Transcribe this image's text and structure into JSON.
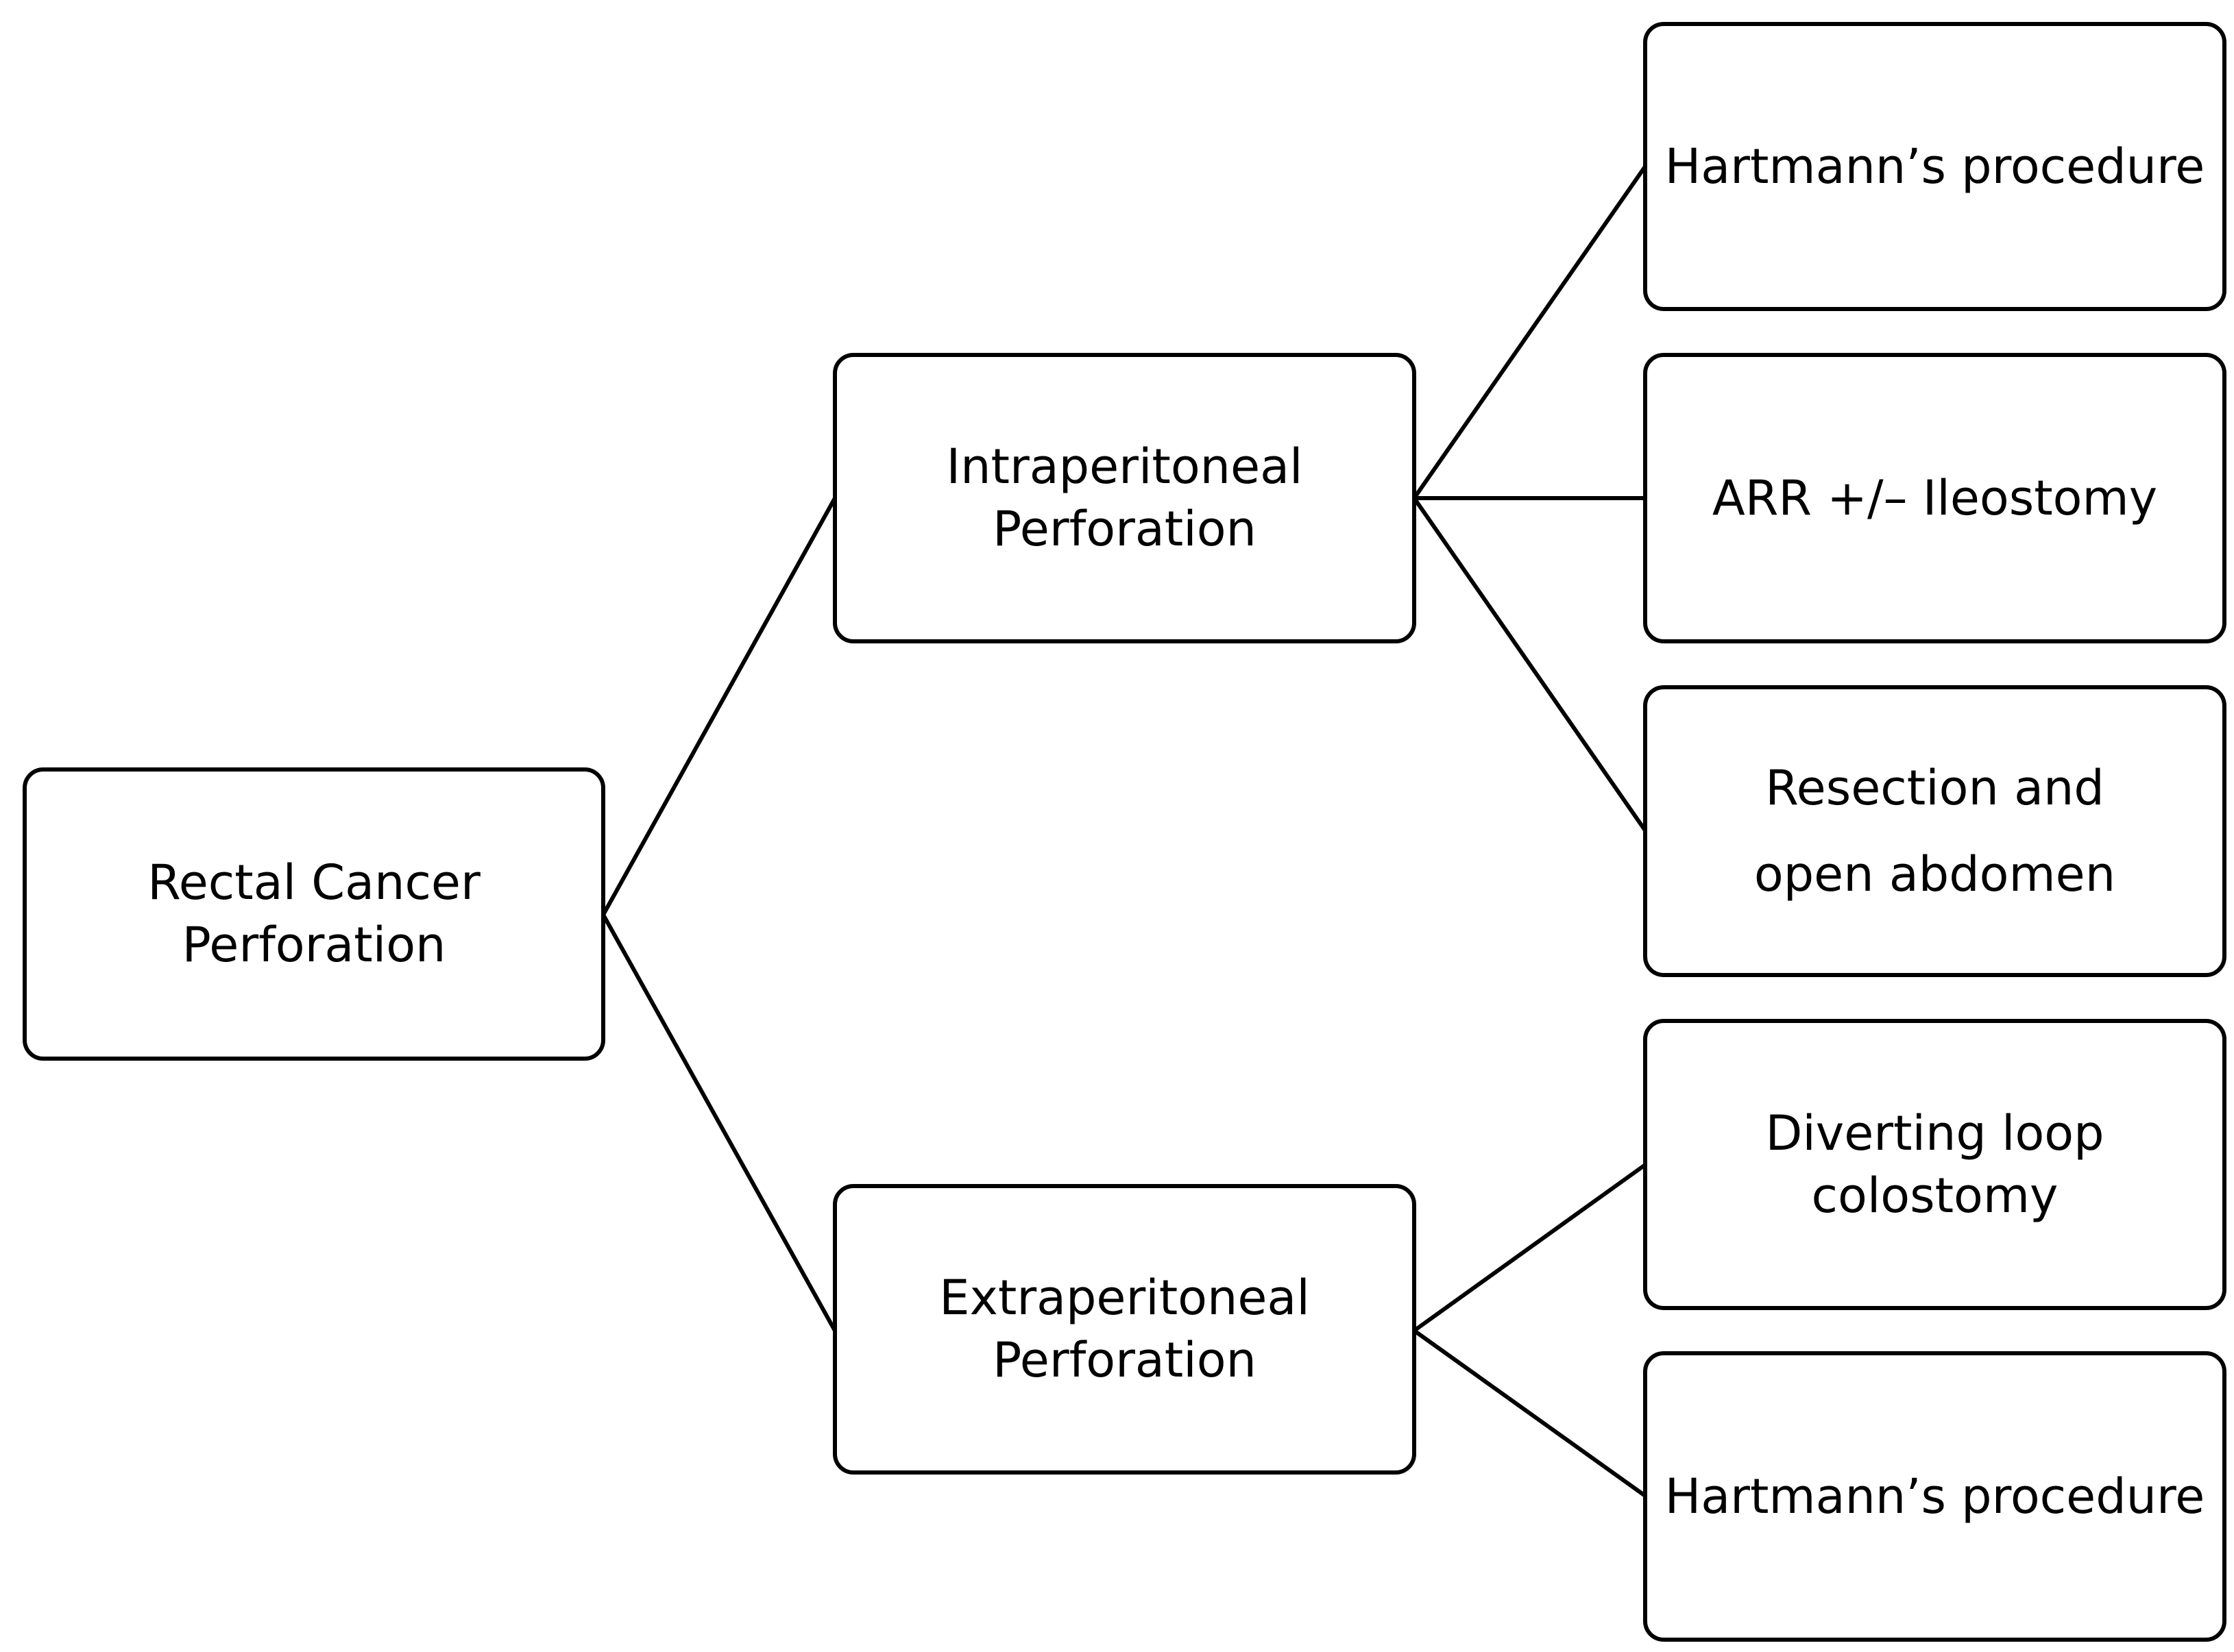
{
  "diagram": {
    "root": {
      "label": "Rectal Cancer\nPerforation"
    },
    "intraperitoneal": {
      "label": "Intraperitoneal\nPerforation",
      "options": [
        {
          "label": "Hartmann’s procedure"
        },
        {
          "label": "ARR +/– Ileostomy"
        },
        {
          "label": "Resection and\nopen abdomen"
        }
      ]
    },
    "extraperitoneal": {
      "label": "Extraperitoneal\nPerforation",
      "options": [
        {
          "label": "Diverting loop\ncolostomy"
        },
        {
          "label": "Hartmann’s procedure"
        }
      ]
    },
    "colors": {
      "stroke": "#000000",
      "background": "#ffffff",
      "text": "#000000"
    }
  }
}
